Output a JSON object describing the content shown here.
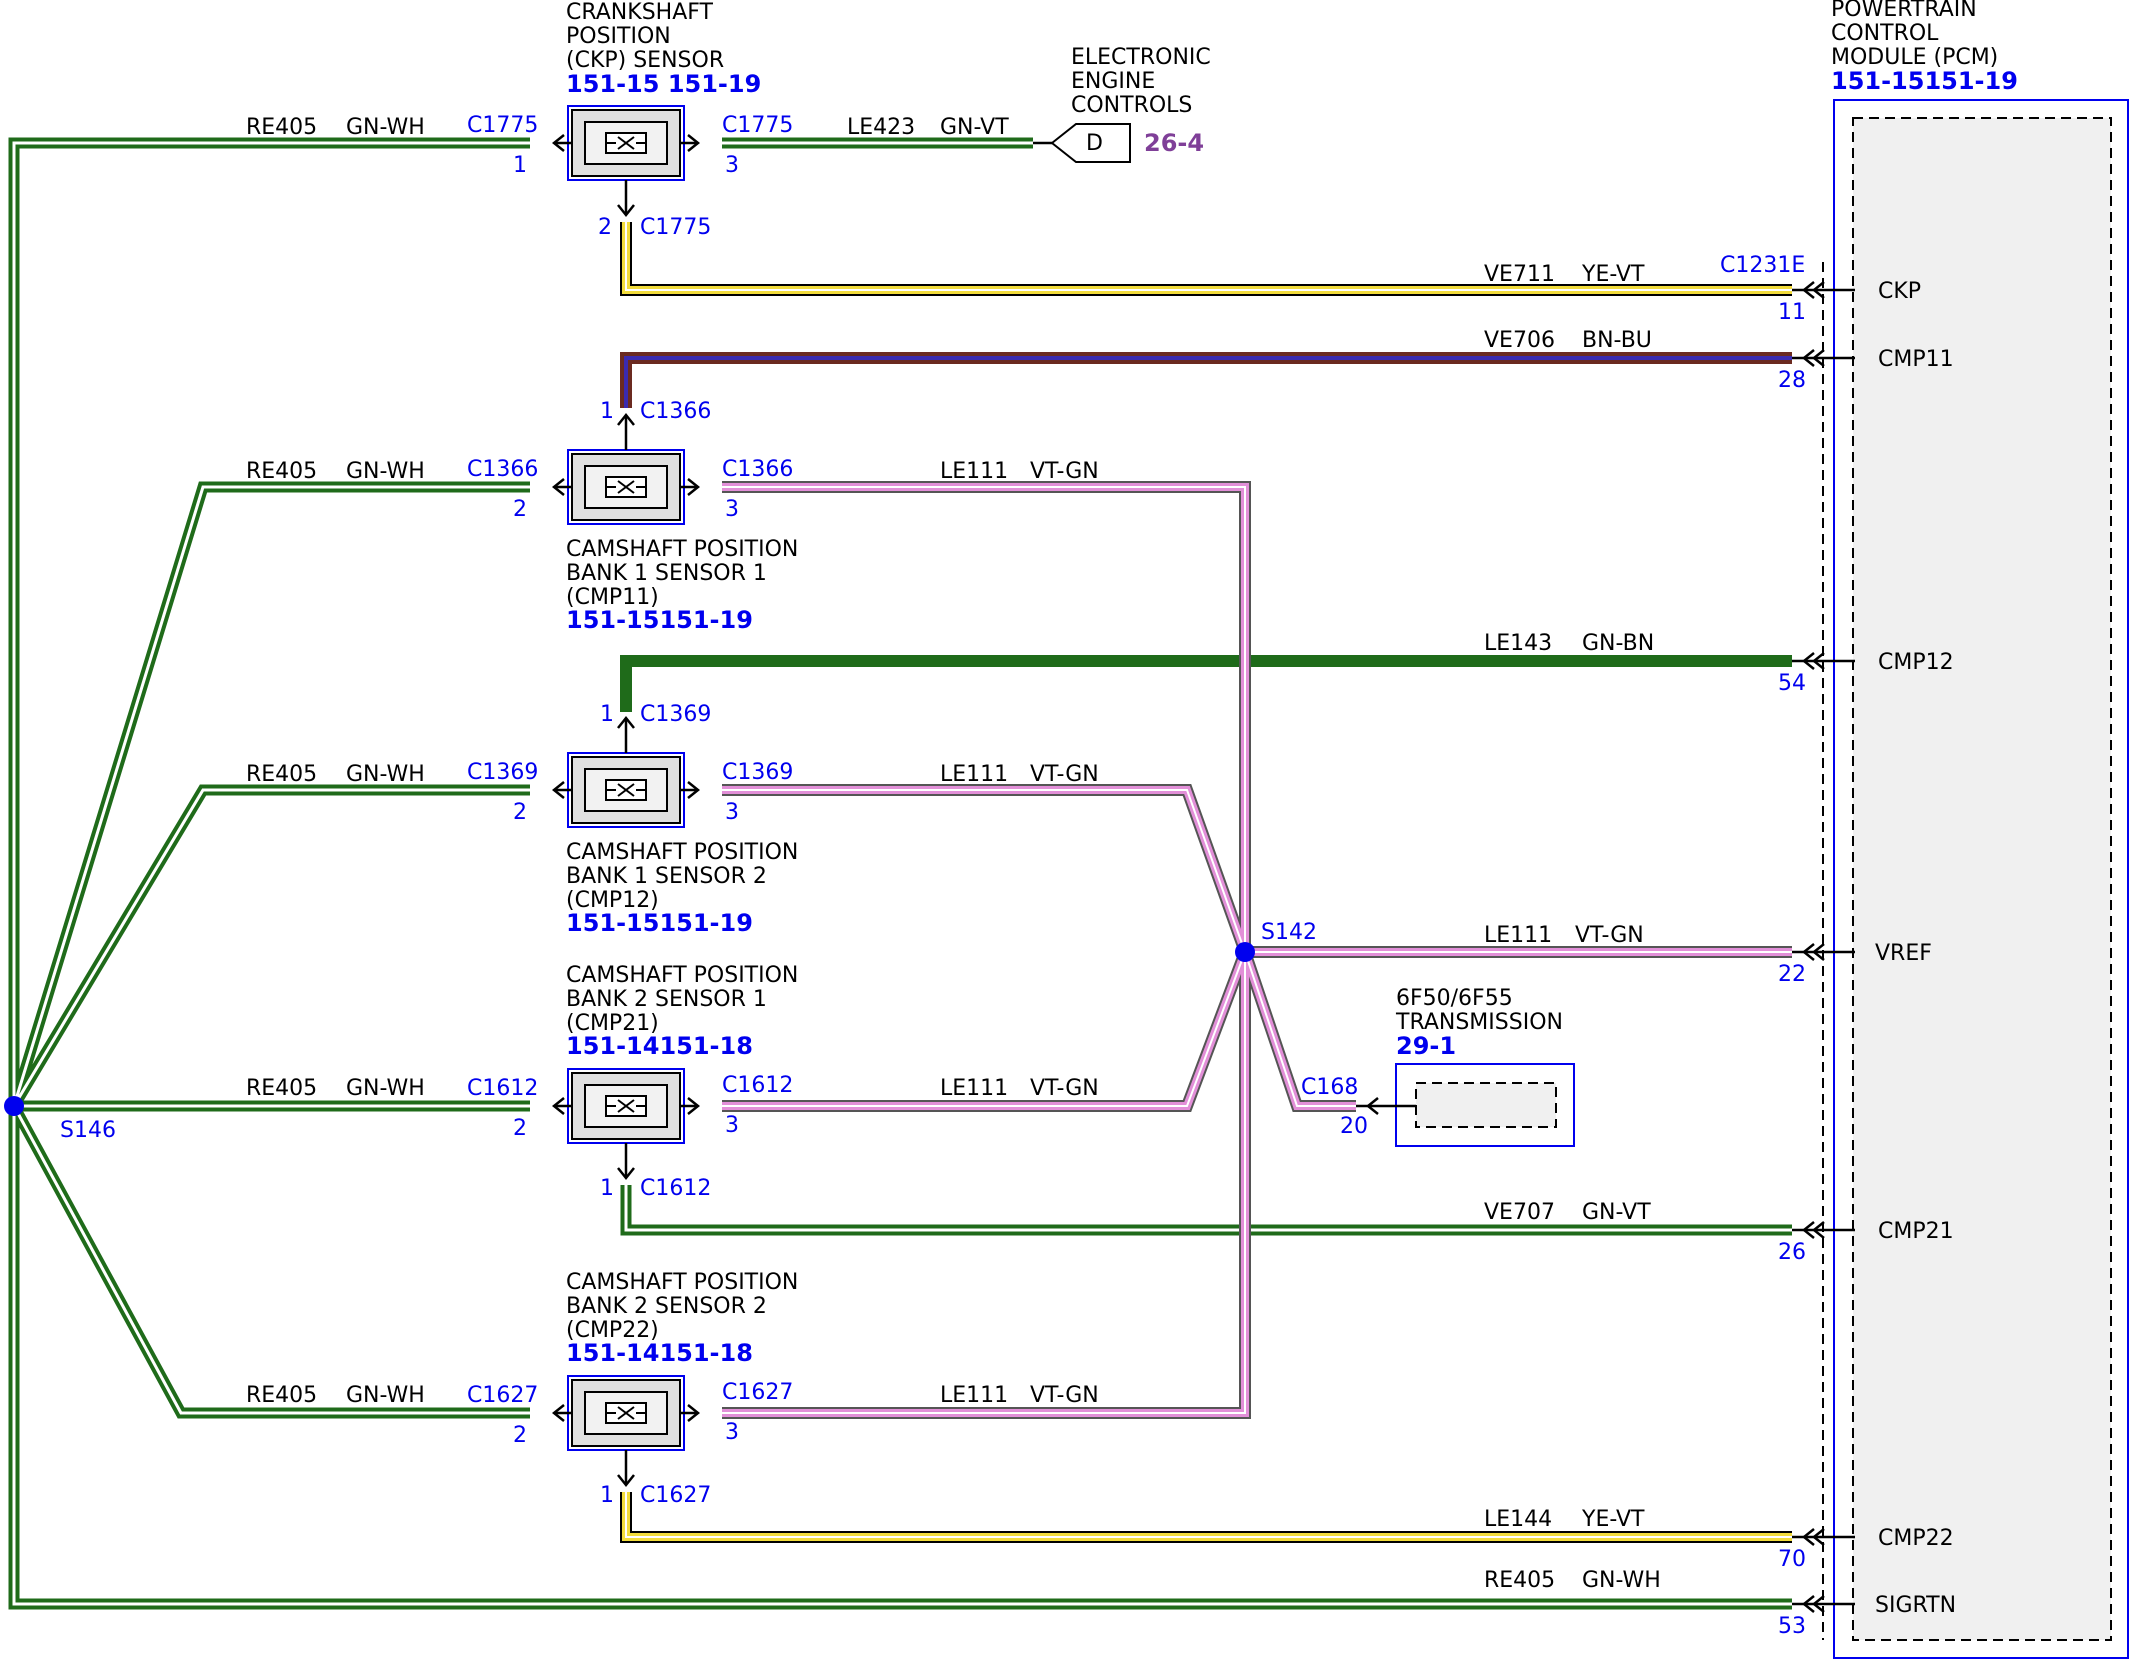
{
  "components": {
    "ckp": {
      "name_lines": [
        "CRANKSHAFT",
        "POSITION",
        "(CKP) SENSOR"
      ],
      "ref": "151-15 151-19",
      "connector": "C1775",
      "pins": {
        "left": "1",
        "right": "3",
        "bottom": "2"
      }
    },
    "cmp11": {
      "name_lines": [
        "CAMSHAFT POSITION",
        "BANK 1 SENSOR 1",
        "(CMP11)"
      ],
      "ref": "151-15151-19",
      "connector": "C1366",
      "pins": {
        "left": "2",
        "right": "3",
        "top": "1"
      }
    },
    "cmp12": {
      "name_lines": [
        "CAMSHAFT POSITION",
        "BANK 1 SENSOR 2",
        "(CMP12)"
      ],
      "ref": "151-15151-19",
      "connector": "C1369",
      "pins": {
        "left": "2",
        "right": "3",
        "top": "1"
      }
    },
    "cmp21": {
      "name_lines": [
        "CAMSHAFT POSITION",
        "BANK 2 SENSOR 1",
        "(CMP21)"
      ],
      "ref": "151-14151-18",
      "connector": "C1612",
      "pins": {
        "left": "2",
        "right": "3",
        "bottom": "1"
      }
    },
    "cmp22": {
      "name_lines": [
        "CAMSHAFT POSITION",
        "BANK 2 SENSOR 2",
        "(CMP22)"
      ],
      "ref": "151-14151-18",
      "connector": "C1627",
      "pins": {
        "left": "2",
        "right": "3",
        "bottom": "1"
      }
    },
    "eec": {
      "name_lines": [
        "ELECTRONIC",
        "ENGINE",
        "CONTROLS"
      ],
      "letter": "D",
      "ref": "26-4"
    },
    "trans": {
      "name_lines": [
        "6F50/6F55",
        "TRANSMISSION"
      ],
      "ref": "29-1",
      "connector": "C168",
      "pin": "20"
    },
    "pcm": {
      "name_lines": [
        "POWERTRAIN",
        "CONTROL",
        "MODULE (PCM)"
      ],
      "ref": "151-15151-19",
      "connector": "C1231E",
      "pins": [
        {
          "pin": "11",
          "signal": "CKP"
        },
        {
          "pin": "28",
          "signal": "CMP11"
        },
        {
          "pin": "54",
          "signal": "CMP12"
        },
        {
          "pin": "22",
          "signal": "VREF"
        },
        {
          "pin": "26",
          "signal": "CMP21"
        },
        {
          "pin": "70",
          "signal": "CMP22"
        },
        {
          "pin": "53",
          "signal": "SIGRTN"
        }
      ]
    }
  },
  "splices": {
    "s146": "S146",
    "s142": "S142"
  },
  "wires": {
    "re405_ckp": {
      "circuit": "RE405",
      "color": "GN-WH"
    },
    "le423": {
      "circuit": "LE423",
      "color": "GN-VT"
    },
    "ve711": {
      "circuit": "VE711",
      "color": "YE-VT"
    },
    "ve706": {
      "circuit": "VE706",
      "color": "BN-BU"
    },
    "re405_cmp11": {
      "circuit": "RE405",
      "color": "GN-WH"
    },
    "le111_cmp11": {
      "circuit": "LE111",
      "color": "VT-GN"
    },
    "le143": {
      "circuit": "LE143",
      "color": "GN-BN"
    },
    "re405_cmp12": {
      "circuit": "RE405",
      "color": "GN-WH"
    },
    "le111_cmp12": {
      "circuit": "LE111",
      "color": "VT-GN"
    },
    "le111_pcm": {
      "circuit": "LE111",
      "color": "VT-GN"
    },
    "re405_cmp21": {
      "circuit": "RE405",
      "color": "GN-WH"
    },
    "le111_cmp21": {
      "circuit": "LE111",
      "color": "VT-GN"
    },
    "ve707": {
      "circuit": "VE707",
      "color": "GN-VT"
    },
    "re405_cmp22": {
      "circuit": "RE405",
      "color": "GN-WH"
    },
    "le111_cmp22": {
      "circuit": "LE111",
      "color": "VT-GN"
    },
    "le144": {
      "circuit": "LE144",
      "color": "YE-VT"
    },
    "re405_pcm": {
      "circuit": "RE405",
      "color": "GN-WH"
    }
  },
  "wire_colors": {
    "green": "#1f6b1a",
    "white_stripe": "#ffffff",
    "yellow": "#f2dc3c",
    "violet": "#e28fd8",
    "brown": "#6b2a20",
    "blue": "#3b2ab0",
    "splice": "#0000ee",
    "connector_blue": "#0000ee"
  }
}
